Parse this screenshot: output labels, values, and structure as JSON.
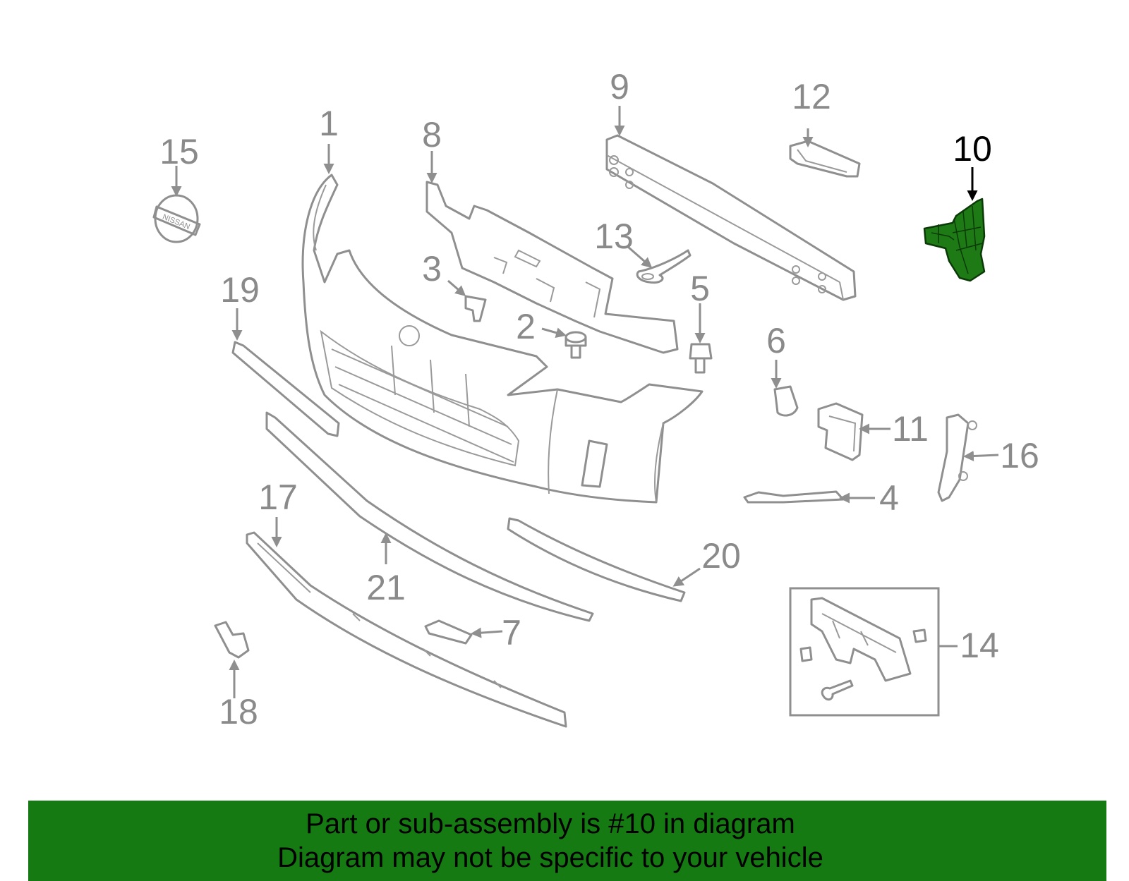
{
  "diagram": {
    "highlight_color": "#1e7a14",
    "part_stroke_color": "#8f8f8f",
    "highlighted_part": "10",
    "callouts": [
      "1",
      "2",
      "3",
      "4",
      "5",
      "6",
      "7",
      "8",
      "9",
      "10",
      "11",
      "12",
      "13",
      "14",
      "15",
      "16",
      "17",
      "18",
      "19",
      "20",
      "21"
    ],
    "emblem_text": "NISSAN"
  },
  "banner": {
    "background_color": "#157a12",
    "line1": "Part or sub-assembly is #10 in diagram",
    "line2": "Diagram may not be specific to your vehicle"
  }
}
